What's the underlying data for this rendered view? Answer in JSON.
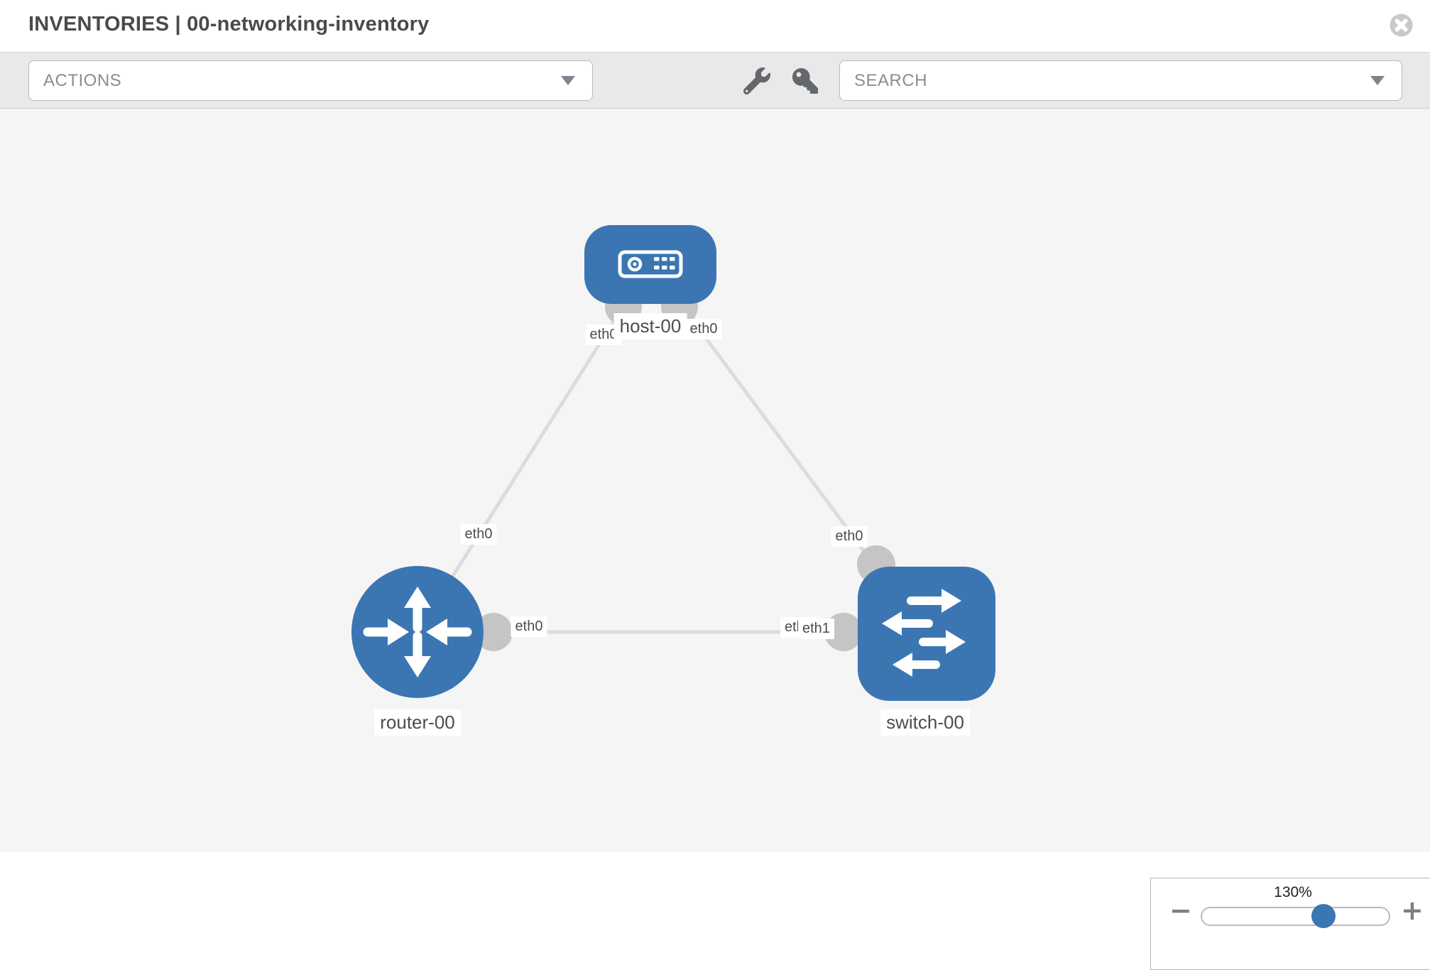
{
  "header": {
    "title": "INVENTORIES | 00-networking-inventory"
  },
  "toolbar": {
    "actions_dropdown": {
      "value": "ACTIONS"
    },
    "search_dropdown": {
      "value": "SEARCH"
    },
    "tool_icons": [
      "wrench-icon",
      "key-icon"
    ]
  },
  "topology": {
    "nodes": [
      {
        "id": "host-00",
        "label": "host-00",
        "type": "host",
        "icon": "server-icon"
      },
      {
        "id": "router-00",
        "label": "router-00",
        "type": "router",
        "icon": "router-arrows-icon"
      },
      {
        "id": "switch-00",
        "label": "switch-00",
        "type": "switch",
        "icon": "switch-arrows-icon"
      }
    ],
    "links": [
      {
        "from": "host-00",
        "to": "router-00",
        "from_interface": "eth0",
        "to_interface": "eth0"
      },
      {
        "from": "host-00",
        "to": "switch-00",
        "from_interface": "eth0",
        "to_interface": "eth0"
      },
      {
        "from": "router-00",
        "to": "switch-00",
        "from_interface": "eth0",
        "to_interface": "eth1"
      }
    ]
  },
  "zoom_control": {
    "level": "130%",
    "zoom_out": "−",
    "zoom_in": "+"
  },
  "colors": {
    "node_blue": "#3b76b2",
    "link_gray": "#dcdcdc",
    "port_gray": "#c5c5c5",
    "toolbar_gray": "#e9e9e9",
    "canvas_gray": "#f5f5f5"
  }
}
